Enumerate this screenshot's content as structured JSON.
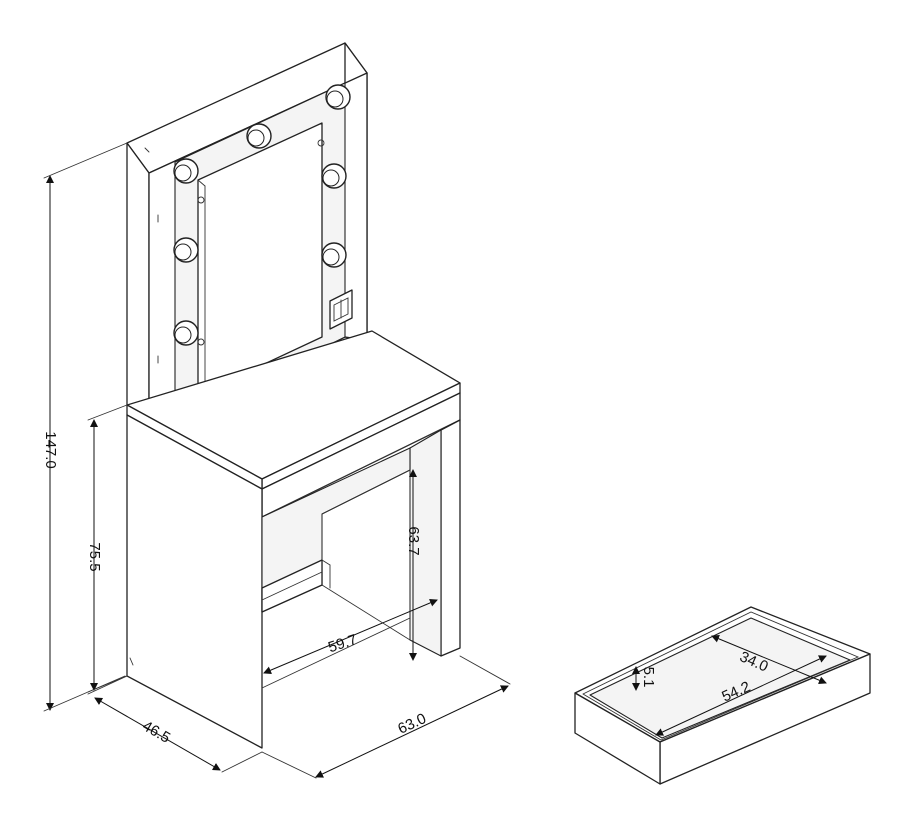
{
  "dimensions": {
    "total_height": "147.0",
    "table_height": "75.5",
    "legroom_height": "63.7",
    "legroom_width": "59.7",
    "depth": "46.5",
    "width": "63.0"
  },
  "drawer": {
    "height": "5.1",
    "depth": "34.0",
    "width": "54.2"
  }
}
